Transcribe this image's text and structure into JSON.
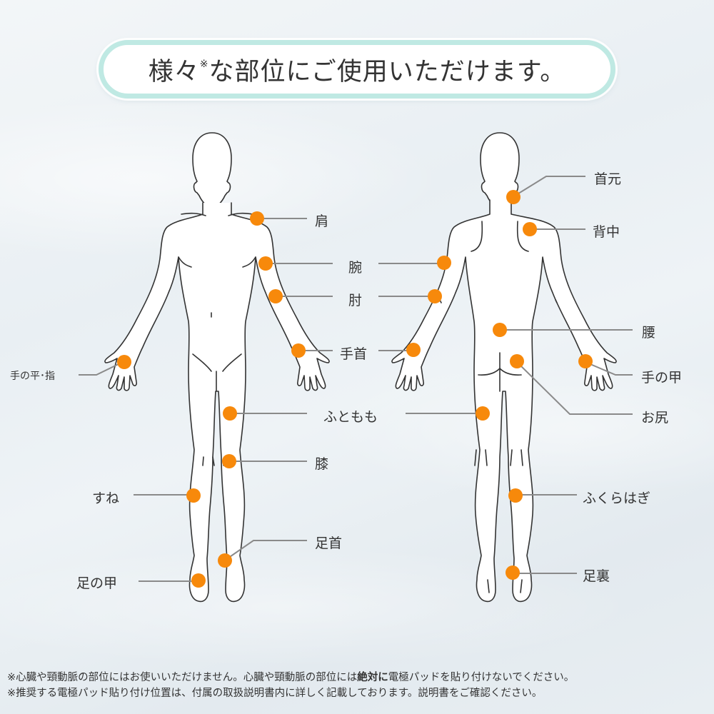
{
  "title": {
    "prefix": "様々",
    "mark": "※",
    "rest": "な部位にご使用いただけます。"
  },
  "colors": {
    "marker": "#f7890b",
    "leader_line": "#8a8a8a",
    "outline": "#333333",
    "pill_border": "#bfe9e3"
  },
  "front_labels": {
    "shoulder": "肩",
    "upper_arm": "腕",
    "elbow": "肘",
    "wrist": "手首",
    "palm_fingers": "手の平･指",
    "thigh": "ふともも",
    "knee": "膝",
    "shin": "すね",
    "ankle": "足首",
    "instep": "足の甲"
  },
  "back_labels": {
    "nape": "首元",
    "back": "背中",
    "lower_back": "腰",
    "back_of_hand": "手の甲",
    "buttocks": "お尻",
    "calf": "ふくらはぎ",
    "sole": "足裏"
  },
  "notes": {
    "line1_a": "※心臓や頸動脈の部位にはお使いいただけません。心臓や頸動脈の部位には",
    "line1_bold": "絶対に",
    "line1_b": "電極パッドを貼り付けないでください。",
    "line2": "※推奨する電極パッド貼り付け位置は、付属の取扱説明書内に詳しく記載しております。説明書をご確認ください。"
  }
}
